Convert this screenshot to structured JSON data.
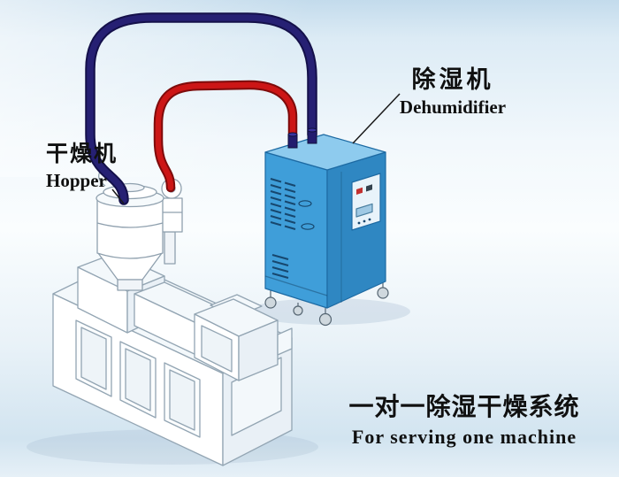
{
  "diagram": {
    "labels": {
      "dryer_cn": "干燥机",
      "dryer_en": "Hopper",
      "dehumidifier_cn": "除湿机",
      "dehumidifier_en": "Dehumidifier",
      "caption_cn": "一对一除湿干燥系统",
      "caption_en": "For serving one machine"
    },
    "colors": {
      "pipe_red": "#cc1616",
      "pipe_red_dark": "#7e0b0b",
      "pipe_navy": "#262073",
      "pipe_navy_dark": "#14104a",
      "dehumidifier_front": "#3f9ed9",
      "dehumidifier_side": "#2f87c2",
      "dehumidifier_top": "#8ecbee",
      "machine_line": "#93a5b3"
    }
  }
}
